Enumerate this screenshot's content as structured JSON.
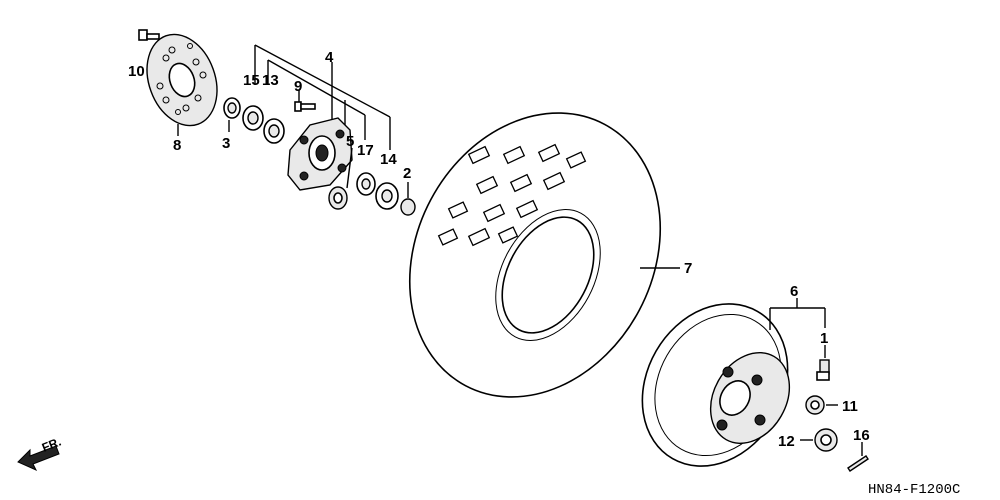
{
  "diagram_code": "HN84-F1200C",
  "direction_label": "FR.",
  "callouts": [
    "1",
    "2",
    "3",
    "4",
    "5",
    "6",
    "7",
    "8",
    "9",
    "10",
    "11",
    "12",
    "13",
    "14",
    "15",
    "16",
    "17"
  ]
}
